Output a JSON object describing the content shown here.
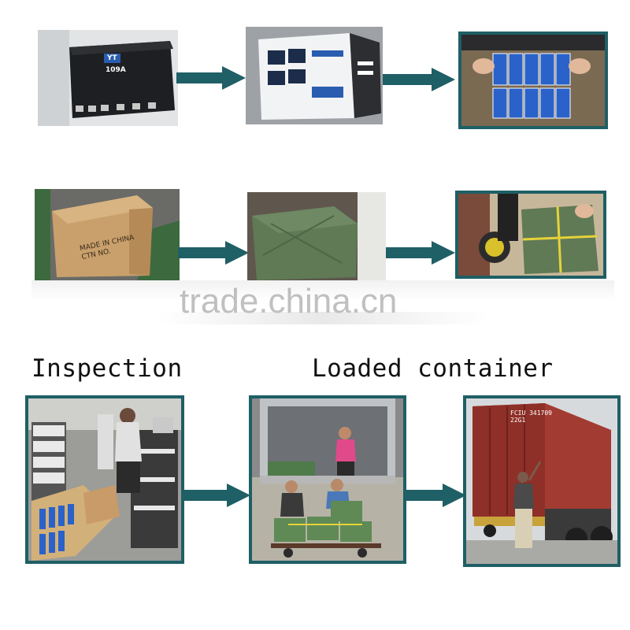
{
  "labels": {
    "inspection": "Inspection",
    "loaded_container": "Loaded container"
  },
  "watermark": "trade.china.cn",
  "amplifier": {
    "brand": "YT",
    "model": "109A"
  },
  "carton": {
    "made_in": "MADE IN CHINA",
    "ctn_no": "CTN NO."
  },
  "container": {
    "code_line1": "FCIU 341709",
    "code_line2": "22G1"
  },
  "colors": {
    "arrow": "#1f5f66",
    "frame": "#1f5f66"
  }
}
